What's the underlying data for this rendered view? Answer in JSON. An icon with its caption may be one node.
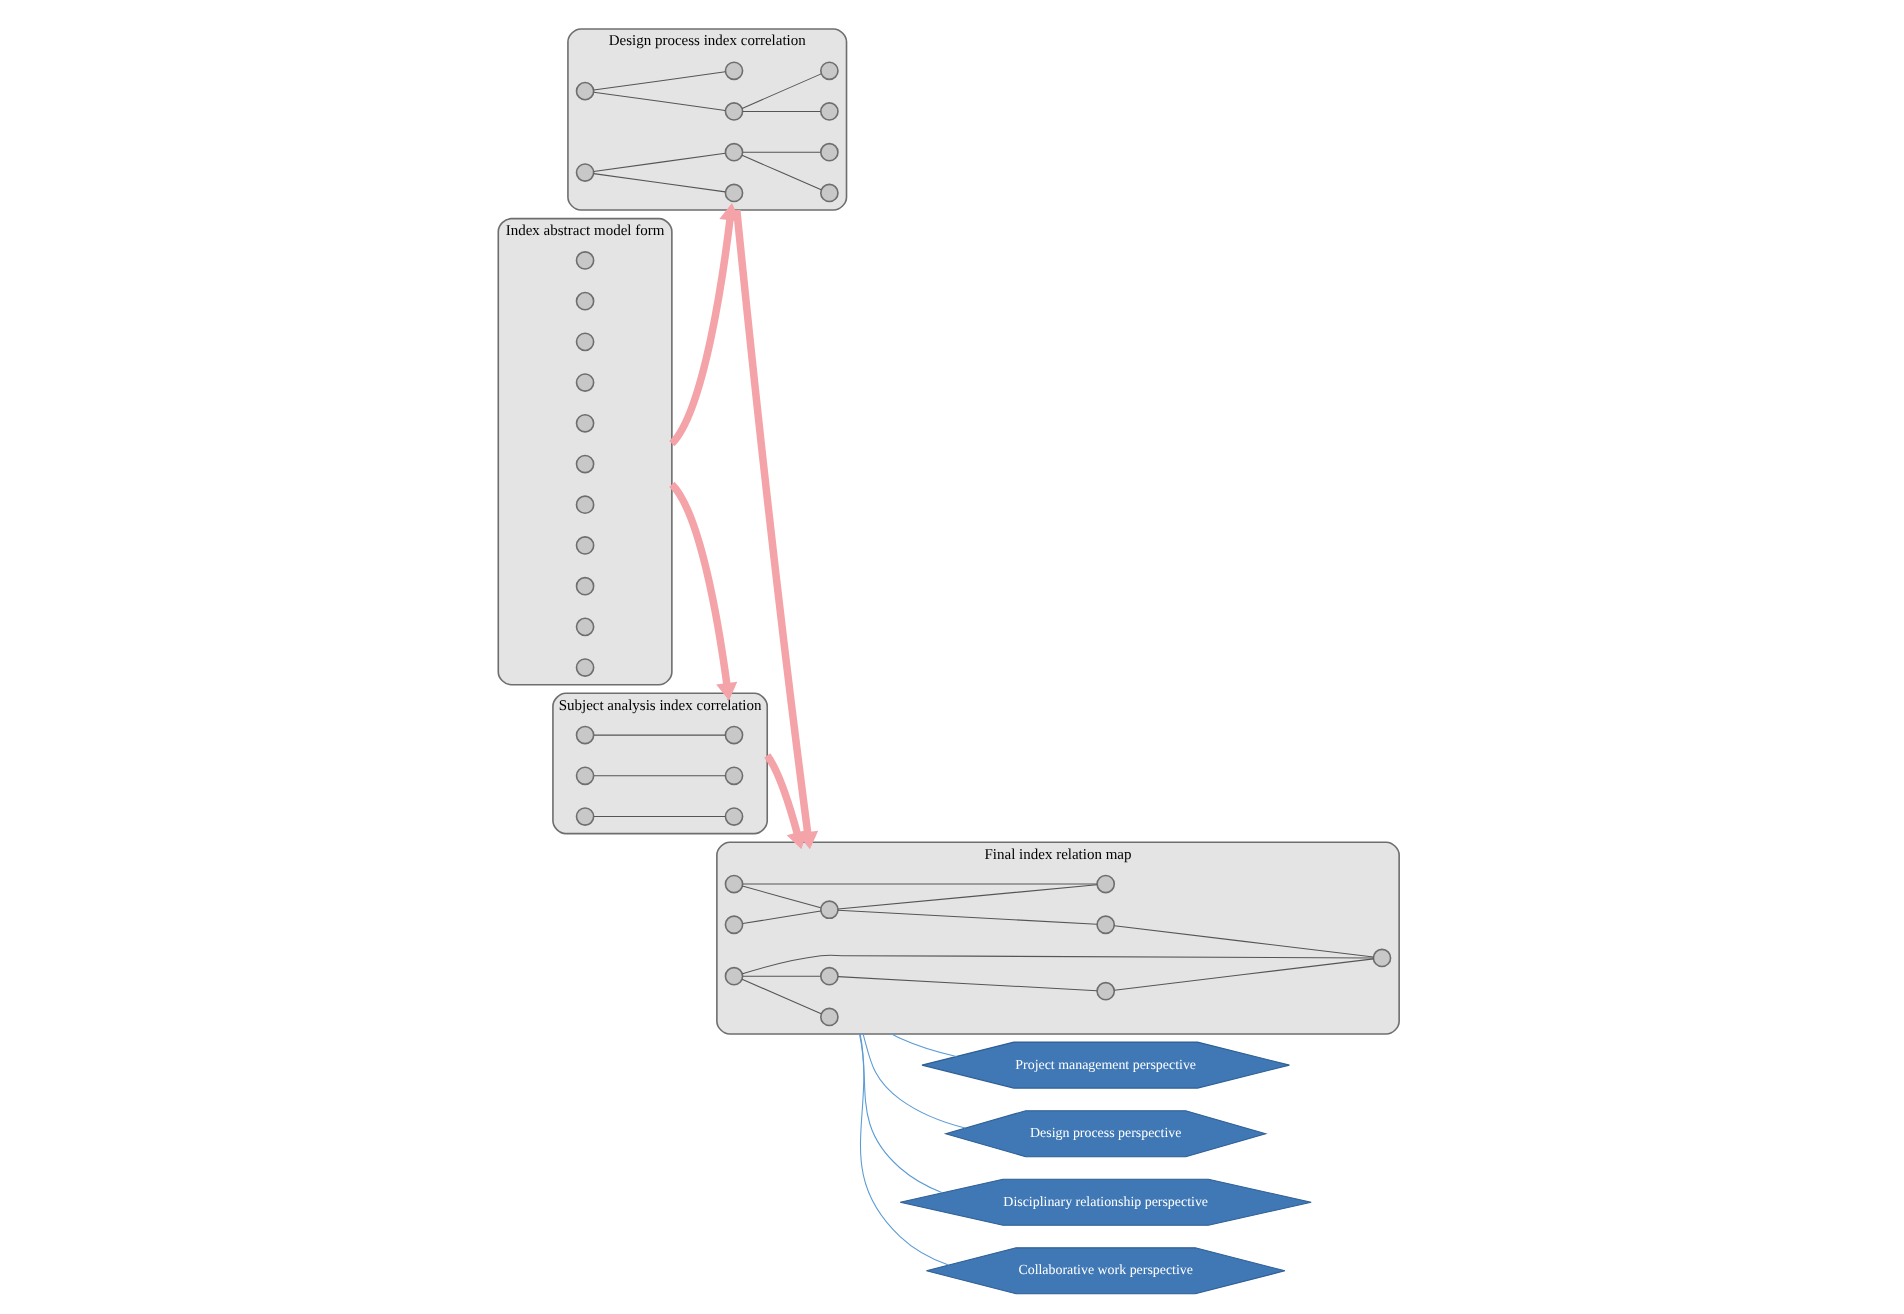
{
  "diagram": {
    "nodes": [
      {
        "text": [
          "Index abstract model form"
        ]
      },
      {
        "text": [],
        "shape": "circle",
        "in": 0
      },
      {
        "text": [],
        "shape": "circle",
        "in": 0
      },
      {
        "text": [],
        "shape": "circle",
        "in": 0
      },
      {
        "text": [],
        "shape": "circle",
        "in": 0
      },
      {
        "text": [],
        "shape": "circle",
        "in": 0
      },
      {
        "text": [],
        "shape": "circle",
        "in": 0
      },
      {
        "text": [],
        "shape": "circle",
        "in": 0
      },
      {
        "text": [],
        "shape": "circle",
        "in": 0
      },
      {
        "text": [],
        "shape": "circle",
        "in": 0
      },
      {
        "text": [],
        "shape": "circle",
        "in": 0
      },
      {
        "text": [],
        "shape": "circle",
        "in": 0
      },
      {
        "text": [
          "Subject analysis index correlation"
        ]
      },
      {
        "text": [],
        "shape": "circle",
        "in": 12
      },
      {
        "text": [],
        "shape": "circle",
        "in": 12
      },
      {
        "text": [],
        "shape": "circle",
        "in": 12
      },
      {
        "text": [],
        "shape": "circle",
        "in": 12
      },
      {
        "text": [],
        "shape": "circle",
        "in": 12
      },
      {
        "text": [],
        "shape": "circle",
        "in": 12
      },
      {
        "text": [
          "Design process index correlation"
        ]
      },
      {
        "text": [],
        "shape": "circle",
        "in": 19
      },
      {
        "text": [],
        "shape": "circle",
        "in": 19
      },
      {
        "text": [],
        "shape": "circle",
        "in": 19
      },
      {
        "text": [],
        "shape": "circle",
        "in": 19
      },
      {
        "text": [],
        "shape": "circle",
        "in": 19
      },
      {
        "text": [],
        "shape": "circle",
        "in": 19
      },
      {
        "text": [],
        "shape": "circle",
        "in": 19
      },
      {
        "text": [],
        "shape": "circle",
        "in": 19
      },
      {
        "text": [],
        "shape": "circle",
        "in": 19
      },
      {
        "text": [],
        "shape": "circle",
        "in": 19
      },
      {
        "text": [
          "Final index relation map"
        ]
      },
      {
        "text": [],
        "shape": "circle",
        "in": 30
      },
      {
        "text": [],
        "shape": "circle",
        "in": 30
      },
      {
        "text": [],
        "shape": "circle",
        "in": 30
      },
      {
        "text": [],
        "shape": "circle",
        "in": 30
      },
      {
        "text": [],
        "shape": "circle",
        "in": 30
      },
      {
        "text": [],
        "shape": "circle",
        "in": 30
      },
      {
        "text": [],
        "shape": "circle",
        "in": 30
      },
      {
        "text": [],
        "shape": "circle",
        "in": 30
      },
      {
        "text": [],
        "shape": "circle",
        "in": 30
      },
      {
        "text": [],
        "shape": "circle",
        "in": 30
      },
      {
        "text": [
          "Project management perspective"
        ]
      },
      {
        "text": [
          "Design process perspective"
        ]
      },
      {
        "text": [
          "Disciplinary relationship perspective"
        ]
      },
      {
        "text": [
          "Collaborative work perspective"
        ]
      }
    ],
    "edges": [
      {
        "from": 0,
        "to": 12,
        "arrow": "to",
        "style": "thick",
        "color": "#f4a3a8"
      },
      {
        "from": 0,
        "to": 19,
        "arrow": "to",
        "style": "thick",
        "color": "#f4a3a8"
      },
      {
        "from": 13,
        "to": 14,
        "arrow": "none"
      },
      {
        "from": 15,
        "to": 16,
        "arrow": "none"
      },
      {
        "from": 17,
        "to": 18,
        "arrow": "none"
      },
      {
        "from": 12,
        "to": 30,
        "arrow": "to",
        "style": "thick",
        "color": "#f4a3a8"
      },
      {
        "from": 22,
        "to": 21,
        "arrow": "none"
      },
      {
        "from": 22,
        "to": 24,
        "arrow": "none"
      },
      {
        "from": 21,
        "to": 20,
        "arrow": "none"
      },
      {
        "from": 21,
        "to": 23,
        "arrow": "none"
      },
      {
        "from": 26,
        "to": 25,
        "arrow": "none"
      },
      {
        "from": 26,
        "to": 28,
        "arrow": "none"
      },
      {
        "from": 28,
        "to": 27,
        "arrow": "none"
      },
      {
        "from": 28,
        "to": 29,
        "arrow": "none"
      },
      {
        "from": 19,
        "to": 30,
        "arrow": "to",
        "style": "thick",
        "color": "#f4a3a8"
      },
      {
        "from": 31,
        "to": 32,
        "arrow": "none"
      },
      {
        "from": 31,
        "to": 34,
        "arrow": "none"
      },
      {
        "from": 33,
        "to": 34,
        "arrow": "none"
      },
      {
        "from": 34,
        "to": 32,
        "arrow": "none"
      },
      {
        "from": 34,
        "to": 39,
        "arrow": "none"
      },
      {
        "from": 39,
        "to": 40,
        "arrow": "none"
      },
      {
        "from": 35,
        "to": 40,
        "arrow": "none"
      },
      {
        "from": 35,
        "to": 36,
        "arrow": "none"
      },
      {
        "from": 36,
        "to": 37,
        "arrow": "none"
      },
      {
        "from": 37,
        "to": 40,
        "arrow": "none"
      },
      {
        "from": 35,
        "to": 38,
        "arrow": "none"
      },
      {
        "from": 30,
        "to": 41,
        "arrow": "none",
        "color": "#5b9bd5"
      },
      {
        "from": 30,
        "to": 42,
        "arrow": "none",
        "color": "#5b9bd5"
      },
      {
        "from": 30,
        "to": 43,
        "arrow": "none",
        "color": "#5b9bd5"
      },
      {
        "from": 30,
        "to": 44,
        "arrow": "none",
        "color": "#5b9bd5"
      }
    ]
  }
}
